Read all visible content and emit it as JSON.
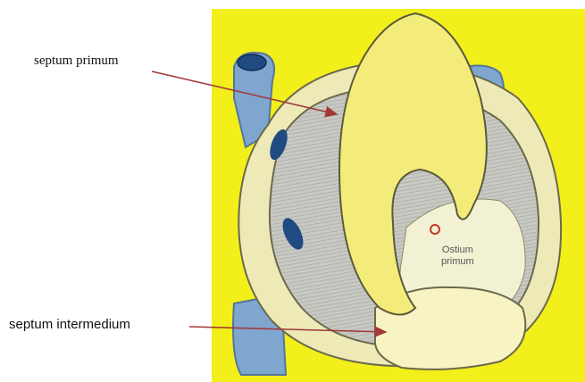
{
  "labels": {
    "septum_primum": "septum primum",
    "septum_intermedium": "septum intermedium"
  },
  "diagram_text": {
    "ostium_line1": "Ostium",
    "ostium_line2": "primum"
  },
  "colors": {
    "background_panel": "#f2ef1a",
    "heart_outline": "#e9e4a8",
    "septum": "#f4ec7a",
    "vessel": "#7ea6cf",
    "pointer": "#a33a3a"
  }
}
